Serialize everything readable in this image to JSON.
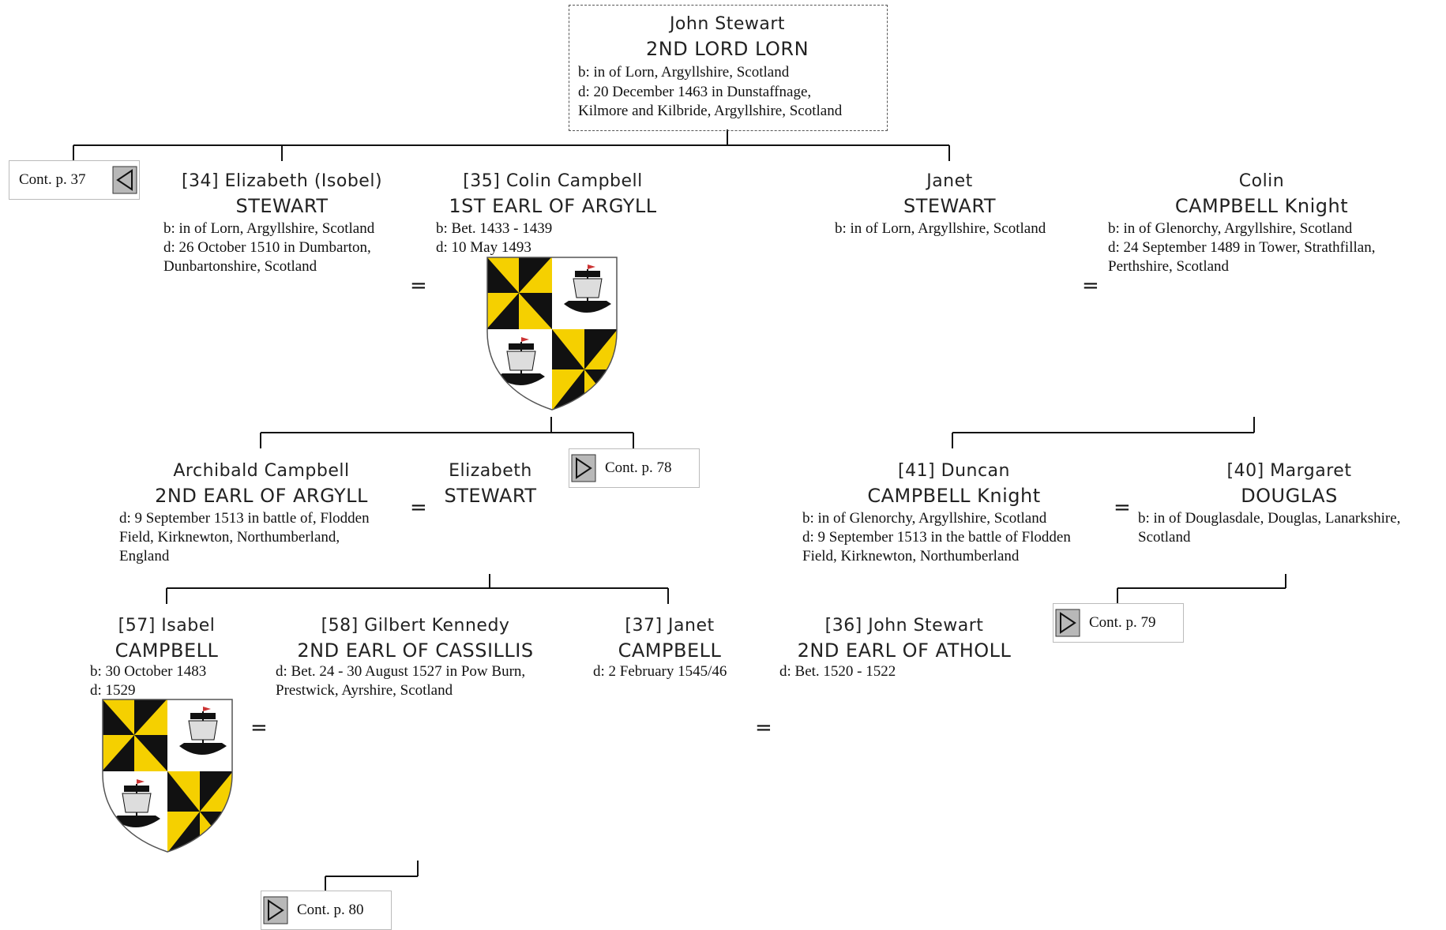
{
  "root": {
    "name": "John Stewart",
    "title": "2ND LORD LORN",
    "birth": "b: in of Lorn, Argyllshire, Scotland",
    "death_l1": "d: 20 December 1463 in Dunstaffnage,",
    "death_l2": "Kilmore and Kilbride, Argyllshire, Scotland"
  },
  "gen1": {
    "elizabeth": {
      "name": "[34] Elizabeth (Isobel)",
      "surname": "STEWART",
      "birth": "b: in of Lorn, Argyllshire, Scotland",
      "death_l1": "d: 26 October 1510 in Dumbarton,",
      "death_l2": "Dunbartonshire, Scotland"
    },
    "colin": {
      "name": "[35] Colin Campbell",
      "title": "1ST EARL OF ARGYLL",
      "birth": "b: Bet. 1433 - 1439",
      "death": "d: 10 May 1493",
      "shield_icon": "campbell-arms-icon"
    },
    "janet": {
      "name": "Janet",
      "surname": "STEWART",
      "birth": "b: in of Lorn, Argyllshire, Scotland"
    },
    "colin_knight": {
      "name": "Colin",
      "surname": "CAMPBELL Knight",
      "birth": "b: in of Glenorchy, Argyllshire, Scotland",
      "death_l1": "d: 24 September 1489 in Tower, Strathfillan,",
      "death_l2": "Perthshire, Scotland"
    }
  },
  "gen2": {
    "archibald": {
      "name": "Archibald Campbell",
      "title": "2ND EARL OF ARGYLL",
      "death_l1": "d: 9 September 1513 in battle of, Flodden",
      "death_l2": "Field, Kirknewton, Northumberland,",
      "death_l3": "England"
    },
    "elizabeth2": {
      "name": "Elizabeth",
      "surname": "STEWART"
    },
    "duncan": {
      "name": "[41] Duncan",
      "surname": "CAMPBELL Knight",
      "birth": "b: in of Glenorchy, Argyllshire, Scotland",
      "death_l1": "d: 9 September 1513 in the battle of Flodden",
      "death_l2": "Field, Kirknewton, Northumberland"
    },
    "margaret": {
      "name": "[40] Margaret",
      "surname": "DOUGLAS",
      "birth_l1": "b: in of Douglasdale, Douglas, Lanarkshire,",
      "birth_l2": "Scotland"
    }
  },
  "gen3": {
    "isabel": {
      "name": "[57] Isabel",
      "surname": "CAMPBELL",
      "birth": "b: 30 October 1483",
      "death": "d: 1529",
      "shield_icon": "campbell-arms-icon"
    },
    "gilbert": {
      "name": "[58] Gilbert Kennedy",
      "title": "2ND EARL OF CASSILLIS",
      "death_l1": "d: Bet. 24 - 30 August 1527 in Pow Burn,",
      "death_l2": "Prestwick, Ayrshire, Scotland"
    },
    "janet2": {
      "name": "[37] Janet",
      "surname": "CAMPBELL",
      "death": "d: 2 February 1545/46"
    },
    "john_atholl": {
      "name": "[36] John Stewart",
      "title": "2ND EARL OF ATHOLL",
      "death": "d: Bet. 1520 - 1522"
    }
  },
  "marriage_symbol": "=",
  "continuations": {
    "p37": "Cont. p. 37",
    "p78": "Cont. p. 78",
    "p79": "Cont. p. 79",
    "p80": "Cont. p. 80"
  },
  "colors": {
    "line": "#111111",
    "shield_gold": "#f5d000",
    "shield_black": "#111111",
    "arrow_fill": "#b8b8b8"
  }
}
